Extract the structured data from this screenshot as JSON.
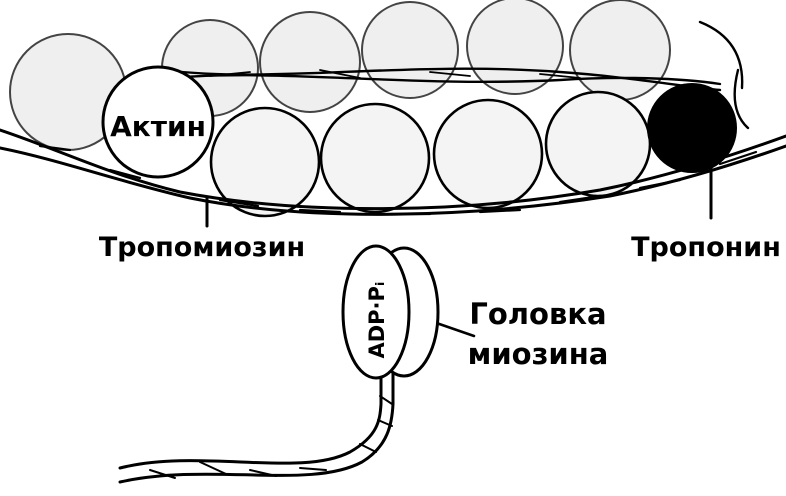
{
  "labels": {
    "actin": "Актин",
    "tropomyosin": "Тропомиозин",
    "troponin": "Тропонин",
    "myosin_head_line1": "Головка",
    "myosin_head_line2": "миозина",
    "adp_pi": "ADP·Pᵢ"
  },
  "colors": {
    "background": "#ffffff",
    "line": "#000000",
    "troponin_fill": "#000000",
    "actin_fill": "#f4f4f4",
    "back_strand_fill": "#efefef"
  }
}
